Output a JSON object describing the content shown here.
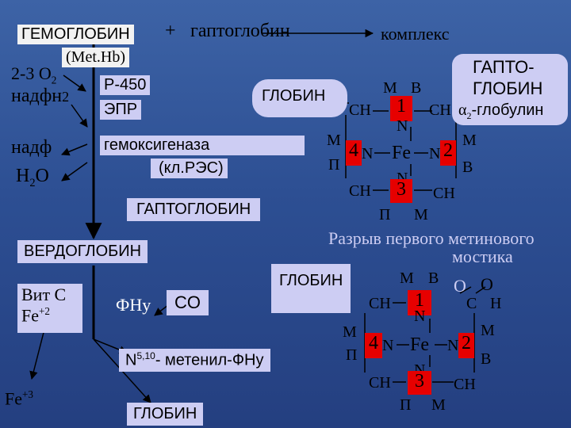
{
  "top": {
    "hemoglobin": "ГЕМОГЛОБИН",
    "plus": "+",
    "haptoglobin_lc": "гаптоглобин",
    "complex": "комплекс",
    "methb": "(Met.Hb)"
  },
  "left": {
    "o2_prefix": "2-3 O",
    "o2_sub": "2",
    "nadph": "надфн",
    "nadph_sub": "2",
    "p450": "Р-450",
    "epr": "ЭПР",
    "nadf": "надф",
    "h2o_h": "H",
    "h2o_sub": "2",
    "h2o_o": "O",
    "heme_oxygenase": "гемоксигеназа",
    "rec": "(кл.РЭС)",
    "haptoglobin_uc": "ГАПТОГЛОБИН",
    "verdoglobin": "ВЕРДОГЛОБИН",
    "vit_c": "Вит С",
    "fe": "Fe",
    "fe_charge2": "+2",
    "fe_charge3": "+3",
    "fhu": "ФНу",
    "co": "CO",
    "n510_n": "N",
    "n510_sup": "5,10",
    "n510_rest": "- метенил-ФНу",
    "globin_bottom": "ГЛОБИН"
  },
  "hapto_complex": {
    "line1": "ГАПТО-",
    "line2": "ГЛОБИН",
    "alpha": "α",
    "alpha_sub": "2",
    "alpha_rest": "-глобулин"
  },
  "heme1": {
    "globin": "ГЛОБИН",
    "M1": "М",
    "B1": "В",
    "CH_tl": "СН",
    "CH_tr": "СН",
    "CH_bl": "СН",
    "CH_br": "СН",
    "ring1": "1",
    "N1": "N",
    "M2": "М",
    "P1": "П",
    "ring4": "4",
    "N4": "N",
    "Fe": "Fe",
    "N2": "N",
    "ring2": "2",
    "M3": "М",
    "B2": "В",
    "N3": "N",
    "ring3": "3",
    "P2": "П",
    "M4": "М"
  },
  "break_caption": {
    "line1": "Разрыв первого метинового",
    "line2": "мостика"
  },
  "heme2": {
    "globin": "ГЛОБИН",
    "M1": "М",
    "B1": "В",
    "O1": "O",
    "O2": "O",
    "C": "С",
    "H": "Н",
    "CH_tl": "СН",
    "CH_bl": "СН",
    "CH_br": "СН",
    "ring1": "1",
    "N1": "N",
    "M2": "М",
    "P1": "П",
    "ring4": "4",
    "N4": "N",
    "Fe": "Fe",
    "N2": "N",
    "ring2": "2",
    "M3": "М",
    "B2": "В",
    "N3": "N",
    "ring3": "3",
    "P2": "П",
    "M4": "М"
  }
}
